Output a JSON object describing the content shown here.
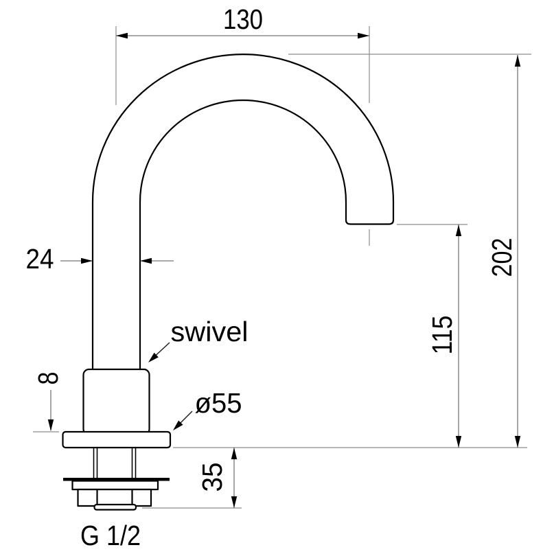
{
  "figure": {
    "type": "technical-drawing",
    "subject": "swivel spout pillar tap, side elevation with mounting shank"
  },
  "dims": {
    "spout_reach": "130",
    "total_height": "202",
    "outlet_height": "115",
    "spout_tube_diameter": "24",
    "flange_height": "8",
    "flange_diameter": "ø55",
    "shank_length": "35",
    "thread": "G 1/2"
  },
  "annotations": {
    "swivel": "swivel"
  },
  "colors": {
    "outline": "#000000",
    "dimension_lines": "#757575",
    "text": "#000000",
    "background": "#ffffff"
  }
}
